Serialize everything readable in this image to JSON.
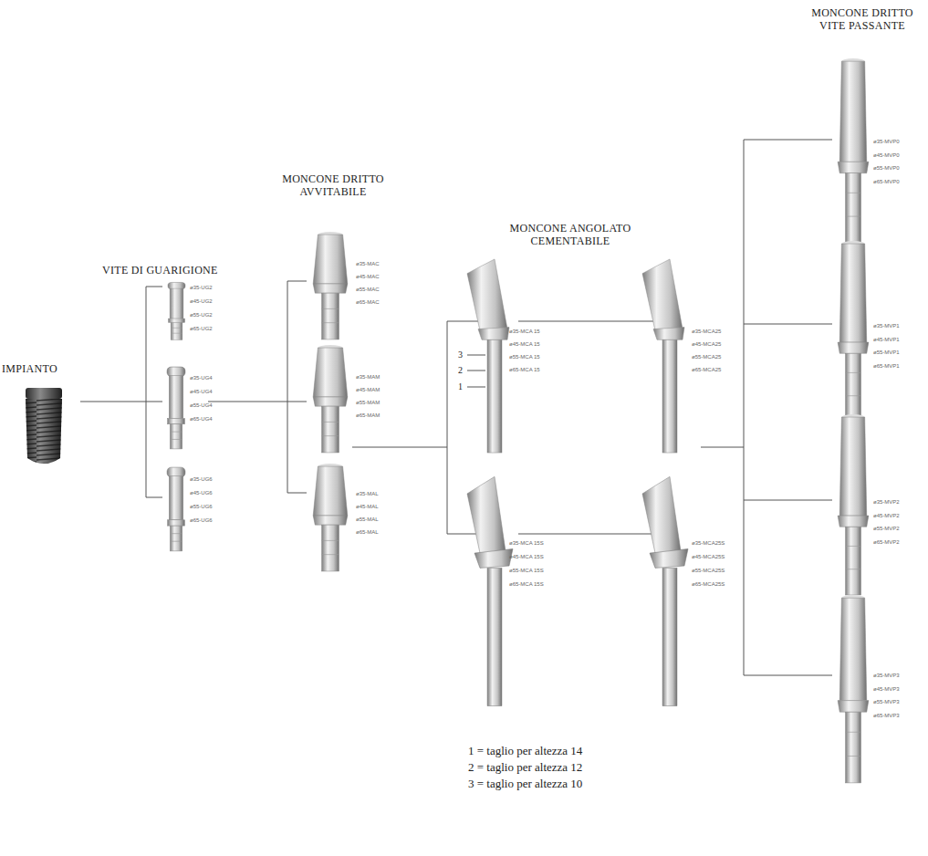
{
  "diagram": {
    "labels": [
      "IMPIANTO",
      "VITE DI GUARIGIONE",
      "MONCONE DRITTO AVVITABILE",
      "MONCONE ANGOLATO CEMENTABILE",
      "MONCONE DRITTO VITE PASSANTE",
      "ø35-UG2",
      "ø45-UG2",
      "ø55-UG2",
      "ø65-UG2",
      "ø35-UG4",
      "ø45-UG4",
      "ø55-UG4",
      "ø65-UG4",
      "ø35-UG6",
      "ø45-UG6",
      "ø55-UG6",
      "ø65-UG6",
      "ø35-MAC",
      "ø45-MAC",
      "ø55-MAC",
      "ø65-MAC",
      "ø35-MAM",
      "ø45-MAM",
      "ø55-MAM",
      "ø65-MAM",
      "ø35-MAL",
      "ø45-MAL",
      "ø55-MAL",
      "ø65-MAL",
      "ø35-MCA 15",
      "ø45-MCA 15",
      "ø55-MCA 15",
      "ø65-MCA 15",
      "ø35-MCA25",
      "ø45-MCA25",
      "ø55-MCA25",
      "ø65-MCA25",
      "ø35-MCA 15S",
      "ø45-MCA 15S",
      "ø55-MCA 15S",
      "ø65-MCA 15S",
      "ø35-MCA25S",
      "ø45-MCA25S",
      "ø55-MCA25S",
      "ø65-MCA25S",
      "ø35-MVP0",
      "ø45-MVP0",
      "ø55-MVP0",
      "ø65-MVP0",
      "ø35-MVP1",
      "ø45-MVP1",
      "ø55-MVP1",
      "ø65-MVP1",
      "ø35-MVP2",
      "ø45-MVP2",
      "ø55-MVP2",
      "ø65-MVP2",
      "ø35-MVP3",
      "ø45-MVP3",
      "ø55-MVP3",
      "ø65-MVP3",
      "3",
      "2",
      "1",
      "1 = taglio per altezza 14",
      "2 = taglio per altezza 12",
      "3 = taglio per altezza 10"
    ]
  }
}
